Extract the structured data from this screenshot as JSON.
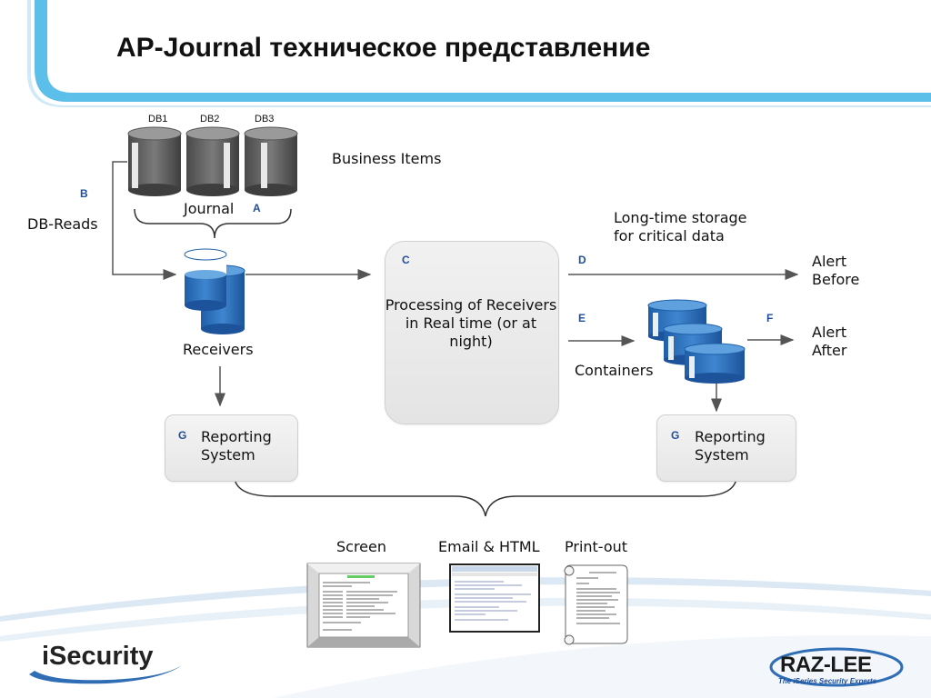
{
  "title": "AP-Journal техническое представление",
  "databases": [
    "DB1",
    "DB2",
    "DB3"
  ],
  "labels": {
    "business_items": "Business Items",
    "journal": "Journal",
    "db_reads": "DB-Reads",
    "receivers": "Receivers",
    "long_storage_line1": "Long-time storage",
    "long_storage_line2": "for critical data",
    "alert_before_line1": "Alert",
    "alert_before_line2": "Before",
    "alert_after_line1": "Alert",
    "alert_after_line2": "After",
    "containers": "Containers",
    "processing": "Processing of Receivers in Real time (or at night)",
    "reporting_left_line1": "Reporting",
    "reporting_left_line2": "System",
    "reporting_right_line1": "Reporting",
    "reporting_right_line2": "System",
    "screen": "Screen",
    "email_html": "Email & HTML",
    "print_out": "Print-out"
  },
  "letters": {
    "a": "A",
    "b": "B",
    "c": "C",
    "d": "D",
    "e": "E",
    "f": "F",
    "g_left": "G",
    "g_right": "G"
  },
  "branding": {
    "isecurity": "iSecurity",
    "razlee": "RAZ-LEE",
    "razlee_tagline": "The iSeries Security Experts"
  },
  "colors": {
    "accent_blue": "#2f6db5",
    "header_sky": "#5bbfe9",
    "cylinder_gray": "#5a5a5a",
    "letter_blue": "#1f4f9c"
  }
}
